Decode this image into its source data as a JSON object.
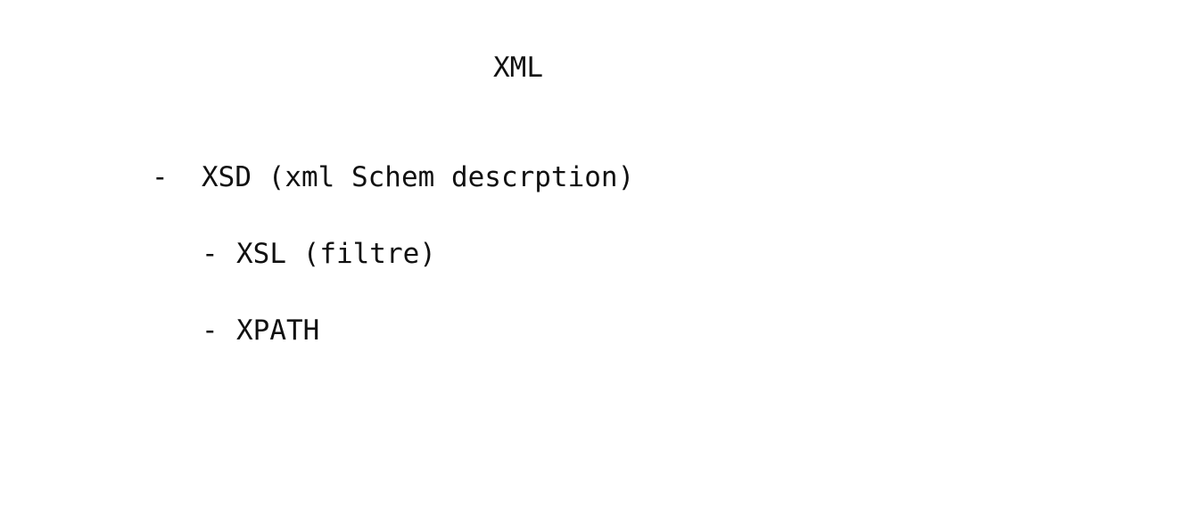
{
  "document": {
    "title": "XML",
    "items": [
      {
        "marker": "-",
        "text": "XSD (xml Schem descrption)"
      },
      {
        "marker": "-",
        "text": "XSL (filtre)"
      },
      {
        "marker": "-",
        "text": "XPATH"
      }
    ]
  }
}
